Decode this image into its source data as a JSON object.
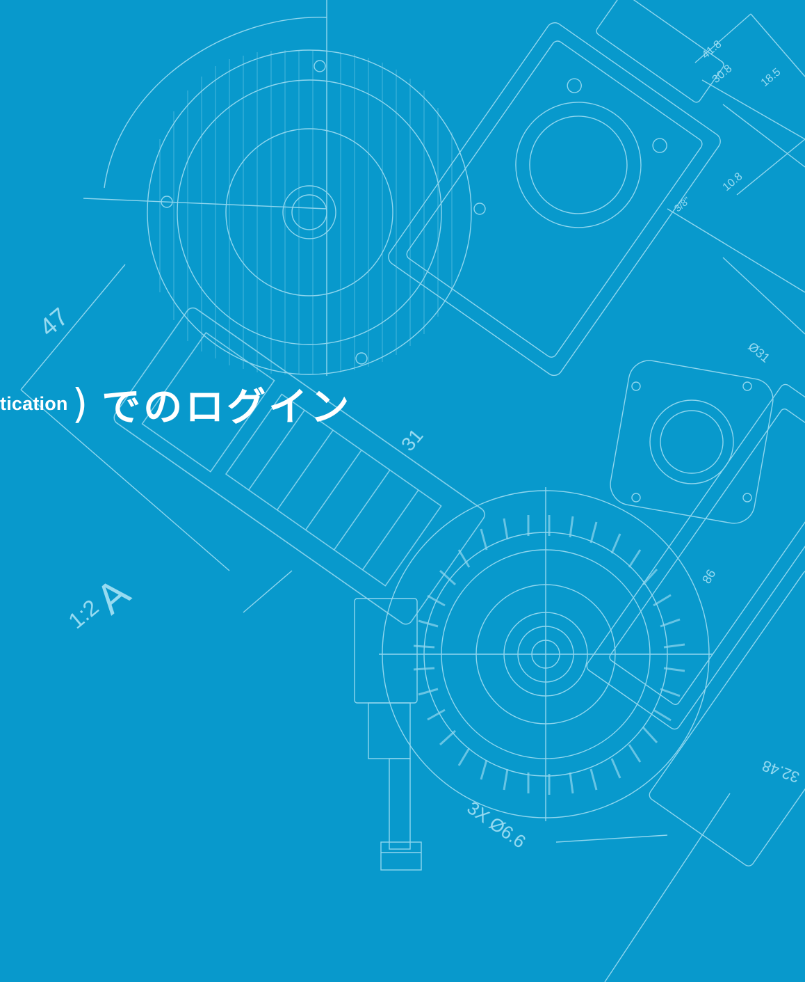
{
  "heading": {
    "prefix": "tication",
    "bracket": ")",
    "suffix": "でのログイン"
  },
  "drawing": {
    "dimensions": [
      "41.8",
      "30.8",
      "18.5",
      "10.8",
      "47",
      "31",
      "1:2",
      "A",
      "3X Ø6.6",
      "32.48",
      "86",
      "Ø31",
      "3/8\""
    ],
    "colors": {
      "background": "#0899cc",
      "line": "#a9e2f5",
      "text": "#ffffff"
    }
  }
}
